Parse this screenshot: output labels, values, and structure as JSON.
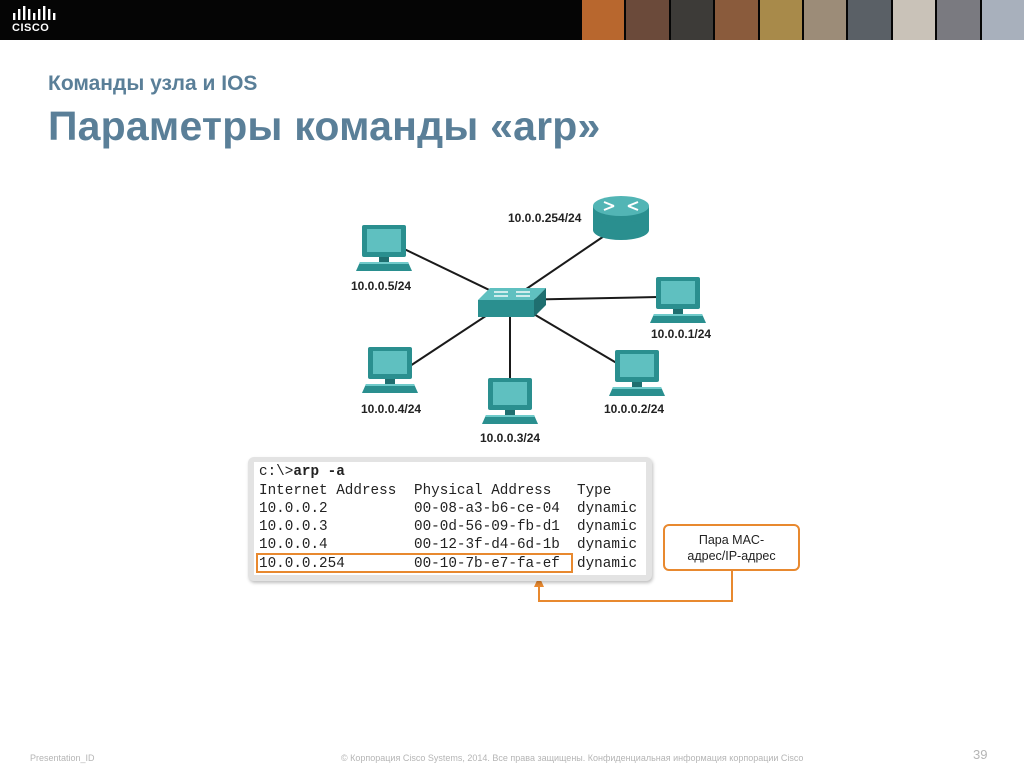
{
  "header": {
    "logo_text": "CISCO",
    "photos": [
      {
        "name": "photo-1",
        "color": "#b8672e"
      },
      {
        "name": "photo-2",
        "color": "#6b4a3a"
      },
      {
        "name": "photo-3",
        "color": "#3d3b38"
      },
      {
        "name": "photo-4",
        "color": "#8a5b3c"
      },
      {
        "name": "photo-5",
        "color": "#a88a4a"
      },
      {
        "name": "photo-6",
        "color": "#9c8c78"
      },
      {
        "name": "photo-7",
        "color": "#5a6066"
      },
      {
        "name": "photo-8",
        "color": "#c9c2b8"
      },
      {
        "name": "photo-9",
        "color": "#7a7a80"
      },
      {
        "name": "photo-10",
        "color": "#a8b0bc"
      }
    ]
  },
  "slide": {
    "subtitle": "Команды узла и IOS",
    "title": "Параметры команды «arp»"
  },
  "diagram": {
    "router_label": "10.0.0.254/24",
    "hosts": {
      "h5": "10.0.0.5/24",
      "h1": "10.0.0.1/24",
      "h4": "10.0.0.4/24",
      "h3": "10.0.0.3/24",
      "h2": "10.0.0.2/24"
    }
  },
  "arp": {
    "prompt": "c:\\>",
    "command": "arp -a",
    "headers": [
      "Internet Address",
      "Physical Address",
      "Type"
    ],
    "rows": [
      {
        "ip": "10.0.0.2",
        "mac": "00-08-a3-b6-ce-04",
        "type": "dynamic"
      },
      {
        "ip": "10.0.0.3",
        "mac": "00-0d-56-09-fb-d1",
        "type": "dynamic"
      },
      {
        "ip": "10.0.0.4",
        "mac": "00-12-3f-d4-6d-1b",
        "type": "dynamic"
      },
      {
        "ip": "10.0.0.254",
        "mac": "00-10-7b-e7-fa-ef",
        "type": "dynamic"
      }
    ]
  },
  "callout": {
    "line1": "Пара MAC-",
    "line2": "адрес/IP-адрес"
  },
  "footer": {
    "presentation_id": "Presentation_ID",
    "copyright": "© Корпорация Cisco Systems, 2014. Все права защищены.   Конфиденциальная информация корпорации Cisco",
    "page_number": "39"
  },
  "colors": {
    "accent_title": "#5a7f98",
    "device_teal": "#2a8f8f",
    "highlight_orange": "#e8892f"
  }
}
